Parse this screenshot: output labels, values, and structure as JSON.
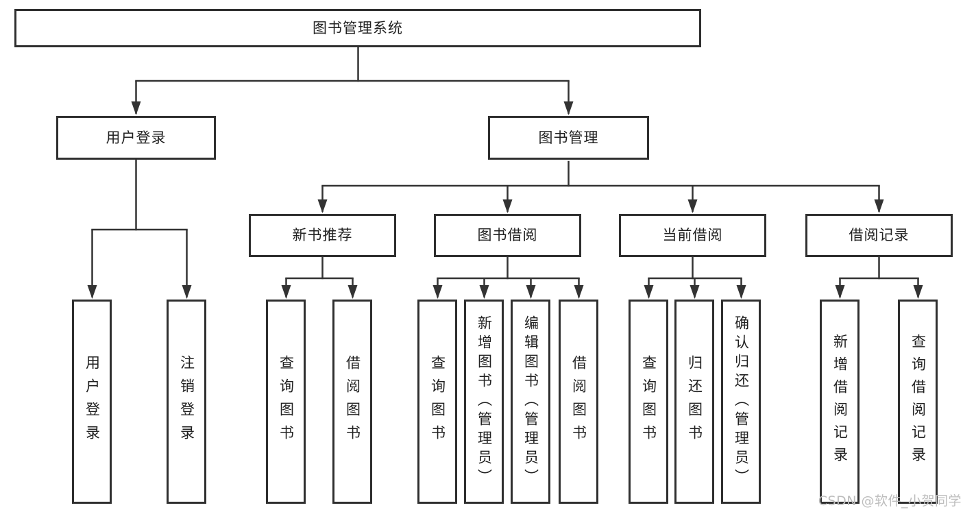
{
  "colors": {
    "line": "#333333",
    "border": "#2f2f2f",
    "text": "#212121",
    "watermark": "#bdbdbd",
    "bg": "#ffffff"
  },
  "nodes": {
    "root": "图书管理系统",
    "level2": [
      "用户登录",
      "图书管理"
    ],
    "level3": [
      "新书推荐",
      "图书借阅",
      "当前借阅",
      "借阅记录"
    ],
    "leaves": [
      "用户登录",
      "注销登录",
      "查询图书",
      "借阅图书",
      "查询图书",
      "新增图书（管理员）",
      "编辑图书（管理员）",
      "借阅图书",
      "查询图书",
      "归还图书",
      "确认归还（管理员）",
      "新增借阅记录",
      "查询借阅记录"
    ]
  },
  "watermark": "CSDN @软件_小贺同学"
}
